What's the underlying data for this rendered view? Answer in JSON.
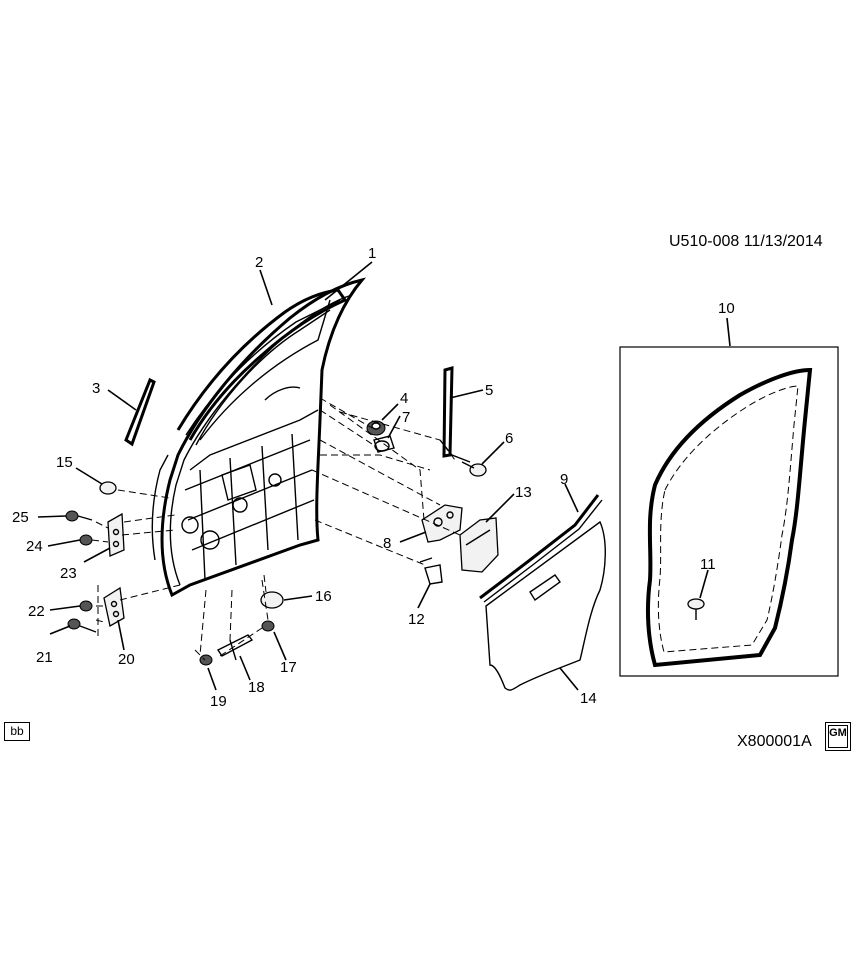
{
  "header": {
    "doc_id": "U510-008  11/13/2014"
  },
  "footer": {
    "badge": "bb",
    "figure_id": "X800001A",
    "logo_text": "GM"
  },
  "callouts": [
    "1",
    "2",
    "3",
    "4",
    "5",
    "6",
    "7",
    "8",
    "9",
    "10",
    "11",
    "12",
    "13",
    "14",
    "15",
    "16",
    "17",
    "18",
    "19",
    "20",
    "21",
    "22",
    "23",
    "24",
    "25"
  ]
}
